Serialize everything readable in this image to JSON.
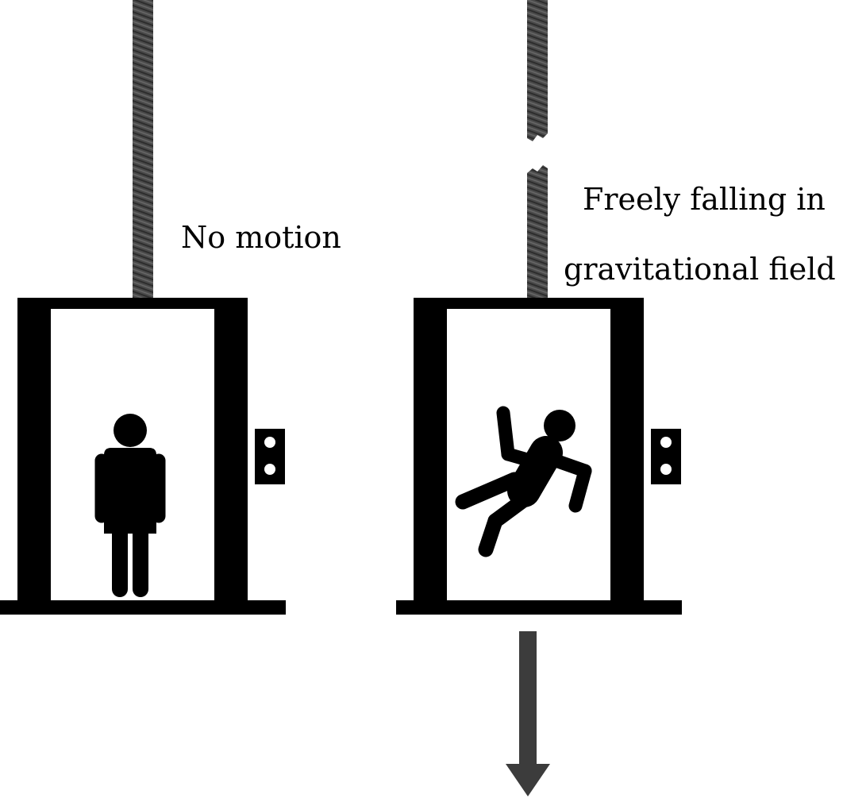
{
  "panels": {
    "left": {
      "label": "No motion"
    },
    "right": {
      "label_line1": "Freely falling in",
      "label_line2": "gravitational field"
    }
  },
  "colors": {
    "ink": "#000000",
    "cable": "#4a4a4a",
    "arrow": "#3c3c3c",
    "background": "#ffffff"
  }
}
